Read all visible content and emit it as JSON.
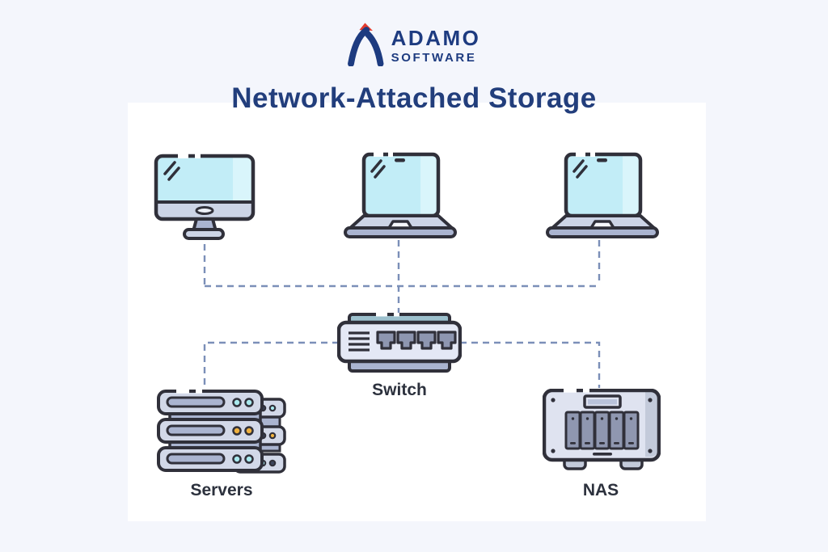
{
  "logo": {
    "brand": "ADAMO",
    "sub": "SOFTWARE"
  },
  "title": "Network-Attached Storage",
  "diagram": {
    "devices": [
      {
        "id": "desktop-computer",
        "type": "desktop",
        "label": null
      },
      {
        "id": "laptop-1",
        "type": "laptop",
        "label": null
      },
      {
        "id": "laptop-2",
        "type": "laptop",
        "label": null
      },
      {
        "id": "switch",
        "type": "network-switch",
        "label": "Switch"
      },
      {
        "id": "servers",
        "type": "server-rack",
        "label": "Servers"
      },
      {
        "id": "nas",
        "type": "network-attached-storage",
        "label": "NAS"
      }
    ],
    "connections": [
      {
        "from": "desktop-computer",
        "to": "switch",
        "style": "dashed"
      },
      {
        "from": "laptop-1",
        "to": "switch",
        "style": "dashed"
      },
      {
        "from": "laptop-2",
        "to": "switch",
        "style": "dashed"
      },
      {
        "from": "switch",
        "to": "servers",
        "style": "dashed"
      },
      {
        "from": "switch",
        "to": "nas",
        "style": "dashed"
      }
    ]
  },
  "colors": {
    "background": "#f4f6fc",
    "panel": "#ffffff",
    "title_navy": "#223e7c",
    "logo_navy": "#1d3b80",
    "logo_red": "#e23b2e",
    "connector_dash": "#7b8fb8",
    "icon_outline": "#30303a",
    "screen_cyan": "#c2edf7",
    "screen_cyan_light": "#d9f5fb",
    "device_gray": "#ccd4e6",
    "device_gray_dark": "#aab4d0",
    "switch_body": "#e4e8f5",
    "switch_top_teal": "#9cc0cd",
    "port_gray": "#8e96b0",
    "led_cyan": "#a9e9ee",
    "led_orange": "#f0b13e",
    "label_dark": "#2c313d"
  }
}
